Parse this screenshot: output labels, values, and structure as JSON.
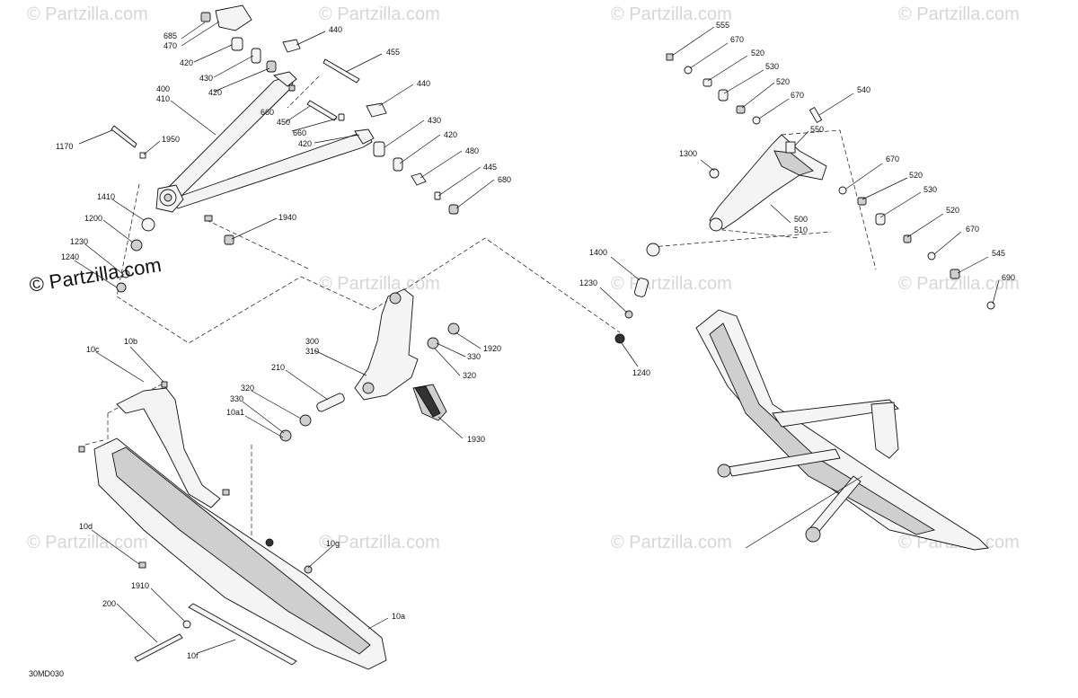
{
  "watermark_text": "© Partzilla.com",
  "brand_text": "© Partzilla.com",
  "diagram_code": "30MD030",
  "labels": {
    "l685": "685",
    "l470": "470",
    "l420a": "420",
    "l430a": "430",
    "l420b": "420",
    "l440a": "440",
    "l455": "455",
    "l400": "400",
    "l410": "410",
    "l660a": "660",
    "l450": "450",
    "l660b": "660",
    "l420c": "420",
    "l440b": "440",
    "l430b": "430",
    "l420d": "420",
    "l480": "480",
    "l445": "445",
    "l680": "680",
    "l1170": "1170",
    "l1950": "1950",
    "l1410": "1410",
    "l1940": "1940",
    "l1200": "1200",
    "l1230a": "1230",
    "l1240a": "1240",
    "l10c": "10c",
    "l10b": "10b",
    "l300": "300",
    "l310": "310",
    "l1920": "1920",
    "l330a": "330",
    "l320a": "320",
    "l210": "210",
    "l320b": "320",
    "l330b": "330",
    "l10a1": "10a1",
    "l1930": "1930",
    "l10d": "10d",
    "l10g": "10g",
    "l1910": "1910",
    "l200": "200",
    "l10a": "10a",
    "l10f": "10f",
    "l555": "555",
    "l670a": "670",
    "l520a": "520",
    "l530a": "530",
    "l520b": "520",
    "l670b": "670",
    "l540": "540",
    "l550": "550",
    "l1300": "1300",
    "l670c": "670",
    "l520c": "520",
    "l530b": "530",
    "l520d": "520",
    "l670d": "670",
    "l500": "500",
    "l510": "510",
    "l545": "545",
    "l690": "690",
    "l1400": "1400",
    "l1230b": "1230",
    "l1240b": "1240"
  }
}
